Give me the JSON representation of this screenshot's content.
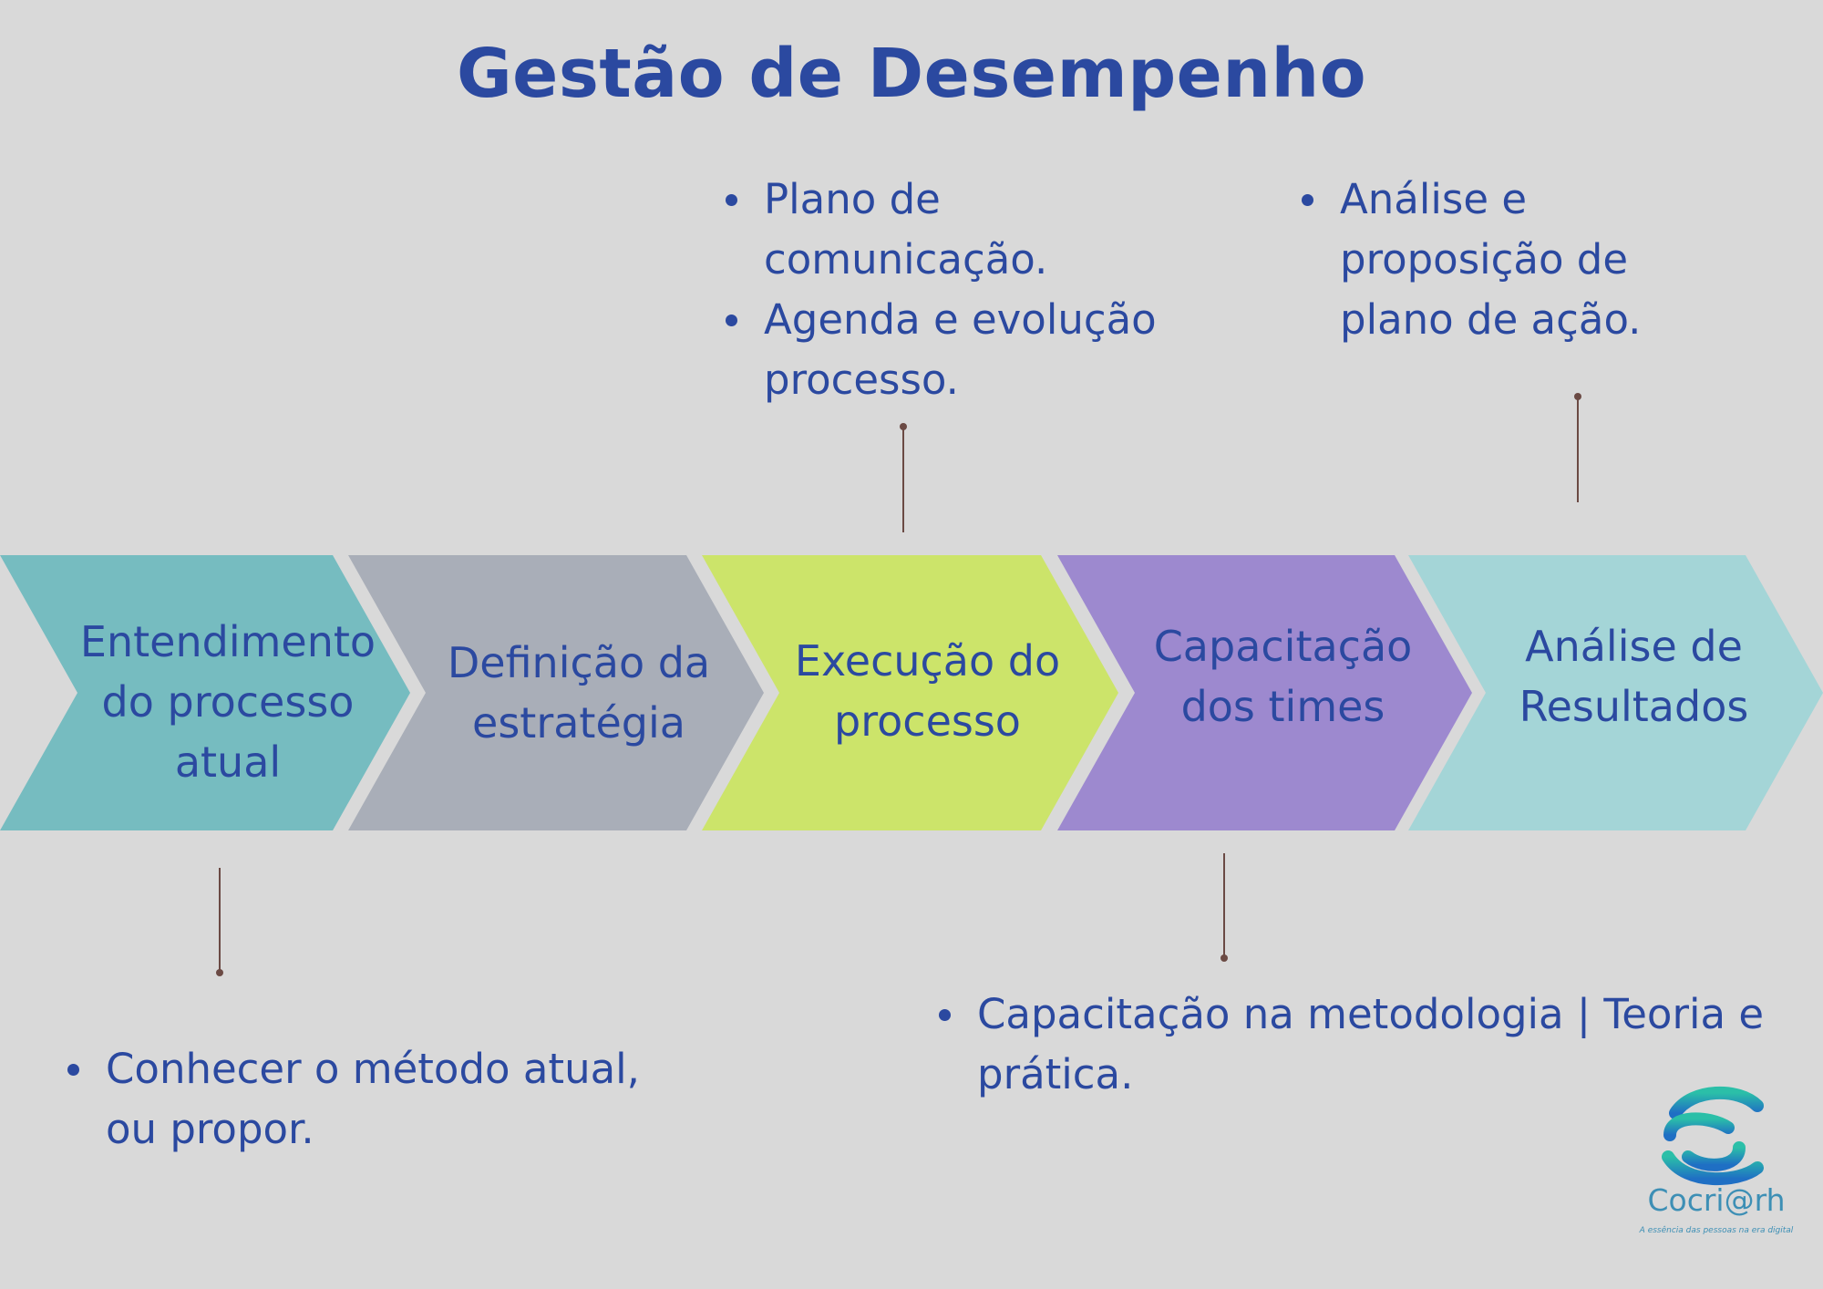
{
  "title": "Gestão de Desempenho",
  "stages": [
    {
      "label": "Entendimento\ndo processo\natual",
      "color": "#76bcc0"
    },
    {
      "label": "Definição da\nestratégia",
      "color": "#a9aeb8"
    },
    {
      "label": "Execução do\nprocesso",
      "color": "#cce46a"
    },
    {
      "label": "Capacitação\ndos times",
      "color": "#9d89cf"
    },
    {
      "label": "Análise de\nResultados",
      "color": "#a4d5d7"
    }
  ],
  "notes": {
    "stage1": [
      "Conhecer o método atual, ou propor."
    ],
    "stage3": [
      "Plano de comunicação.",
      "Agenda e evolução processo."
    ],
    "stage4": [
      "Capacitação na metodologia | Teoria e prática."
    ],
    "stage5": [
      "Análise e proposição de plano de ação."
    ]
  },
  "logo": {
    "name": "Cocri@rh",
    "tagline": "A essência das pessoas na era digital",
    "colors": [
      "#2bbfa8",
      "#1f6fc4"
    ]
  }
}
